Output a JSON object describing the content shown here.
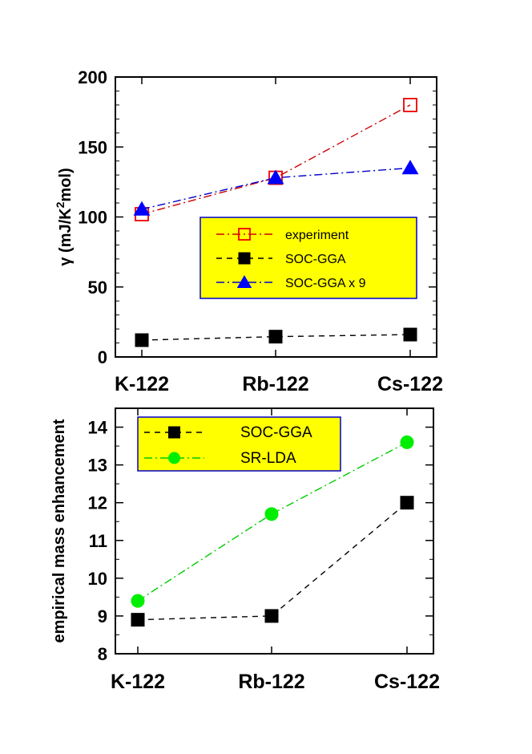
{
  "chart_data": [
    {
      "type": "line",
      "categories": [
        "K-122",
        "Rb-122",
        "Cs-122"
      ],
      "ylabel_parts": [
        "γ (mJ/K",
        "2",
        "mol)"
      ],
      "ylim": [
        0,
        200
      ],
      "yticks": [
        0,
        50,
        100,
        150,
        200
      ],
      "ytick_labels": [
        "0",
        "50",
        "100",
        "150",
        "200"
      ],
      "legend_position": "center-right",
      "legend_bg": "#ffff00",
      "legend_border": "#0000cc",
      "series": [
        {
          "name": "experiment",
          "values": [
            102,
            128,
            180
          ],
          "color": "#cc0000",
          "marker": "open-square",
          "dash": "10,4,2,4",
          "marker_color": "#ee0000"
        },
        {
          "name": "SOC-GGA",
          "values": [
            12,
            14.5,
            16
          ],
          "color": "#000000",
          "marker": "filled-square",
          "dash": "7,6",
          "marker_color": "#000000"
        },
        {
          "name": "SOC-GGA x 9",
          "values": [
            105.5,
            128,
            135
          ],
          "color": "#0000cc",
          "marker": "filled-triangle",
          "dash": "10,4,2,4",
          "marker_color": "#0000ff"
        }
      ]
    },
    {
      "type": "line",
      "categories": [
        "K-122",
        "Rb-122",
        "Cs-122"
      ],
      "ylabel": "empirical mass enhancement",
      "ylim": [
        8,
        14.5
      ],
      "yticks": [
        8,
        9,
        10,
        11,
        12,
        13,
        14
      ],
      "ytick_labels": [
        "8",
        "9",
        "10",
        "11",
        "12",
        "13",
        "14"
      ],
      "legend_position": "top-left",
      "legend_bg": "#ffff00",
      "legend_border": "#0000cc",
      "series": [
        {
          "name": "SOC-GGA",
          "values": [
            8.9,
            9.0,
            12.0
          ],
          "color": "#000000",
          "marker": "filled-square",
          "dash": "7,6",
          "marker_color": "#000000"
        },
        {
          "name": "SR-LDA",
          "values": [
            9.4,
            11.7,
            13.6
          ],
          "color": "#00cc00",
          "marker": "filled-circle",
          "dash": "10,4,2,4",
          "marker_color": "#00ee00"
        }
      ]
    }
  ]
}
